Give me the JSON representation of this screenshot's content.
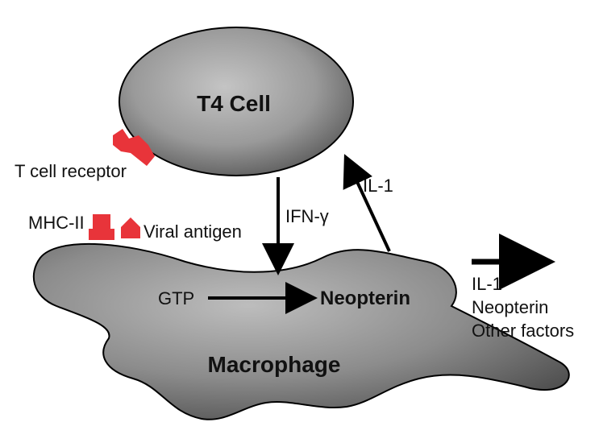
{
  "t4_cell": {
    "label": "T4 Cell"
  },
  "macrophage": {
    "label": "Macrophage"
  },
  "labels": {
    "t_cell_receptor": "T cell receptor",
    "mhc_ii": "MHC-II",
    "viral_antigen": "Viral antigen",
    "ifn_gamma": "IFN-γ",
    "il1_up": "IL-1",
    "gtp": "GTP",
    "neopterin": "Neopterin"
  },
  "outputs": [
    "IL-1",
    "Neopterin",
    "Other factors"
  ],
  "colors": {
    "cell_fill_light": "#b9b9b9",
    "cell_fill_dark": "#555555",
    "outline": "#000000",
    "receptor_red": "#e8343a"
  }
}
